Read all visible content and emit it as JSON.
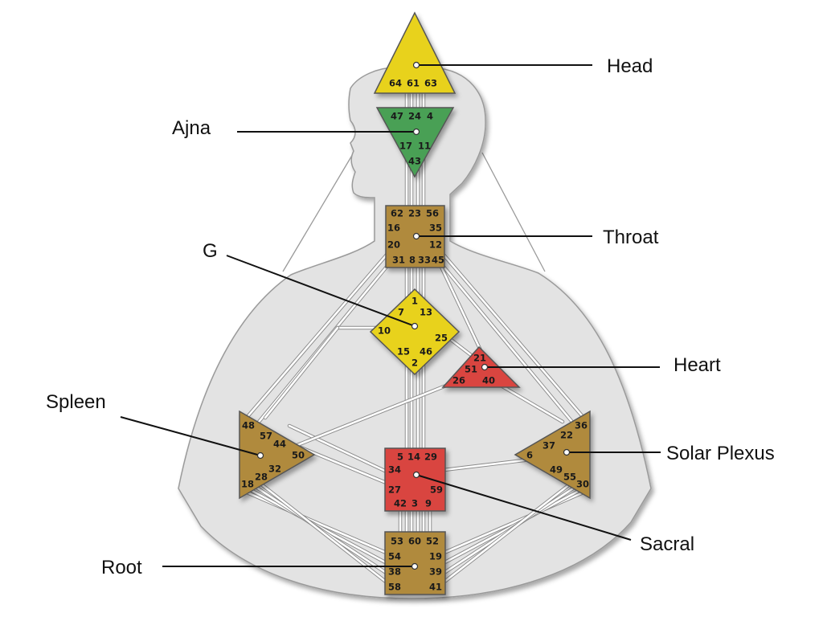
{
  "colors": {
    "yellow": "#e8d21f",
    "green": "#4aa055",
    "tan": "#b08a3e",
    "red": "#d9443f",
    "body_fill": "#e3e3e3"
  },
  "centers": {
    "head": {
      "label": "Head",
      "color": "yellow",
      "gates": [
        "64",
        "61",
        "63"
      ]
    },
    "ajna": {
      "label": "Ajna",
      "color": "green",
      "gates": [
        "47",
        "24",
        "4",
        "17",
        "11",
        "43"
      ]
    },
    "throat": {
      "label": "Throat",
      "color": "tan",
      "gates": [
        "62",
        "23",
        "56",
        "16",
        "35",
        "20",
        "12",
        "31",
        "8",
        "33",
        "45"
      ]
    },
    "g": {
      "label": "G",
      "color": "yellow",
      "gates": [
        "1",
        "7",
        "13",
        "10",
        "25",
        "15",
        "46",
        "2"
      ]
    },
    "heart": {
      "label": "Heart",
      "color": "red",
      "gates": [
        "21",
        "51",
        "26",
        "40"
      ]
    },
    "spleen": {
      "label": "Spleen",
      "color": "tan",
      "gates": [
        "48",
        "57",
        "44",
        "50",
        "32",
        "28",
        "18"
      ]
    },
    "sacral": {
      "label": "Sacral",
      "color": "red",
      "gates": [
        "5",
        "14",
        "29",
        "34",
        "27",
        "59",
        "42",
        "3",
        "9"
      ]
    },
    "solar_plexus": {
      "label": "Solar Plexus",
      "color": "tan",
      "gates": [
        "36",
        "22",
        "37",
        "6",
        "49",
        "55",
        "30"
      ]
    },
    "root": {
      "label": "Root",
      "color": "tan",
      "gates": [
        "53",
        "60",
        "52",
        "54",
        "19",
        "38",
        "39",
        "58",
        "41"
      ]
    }
  }
}
